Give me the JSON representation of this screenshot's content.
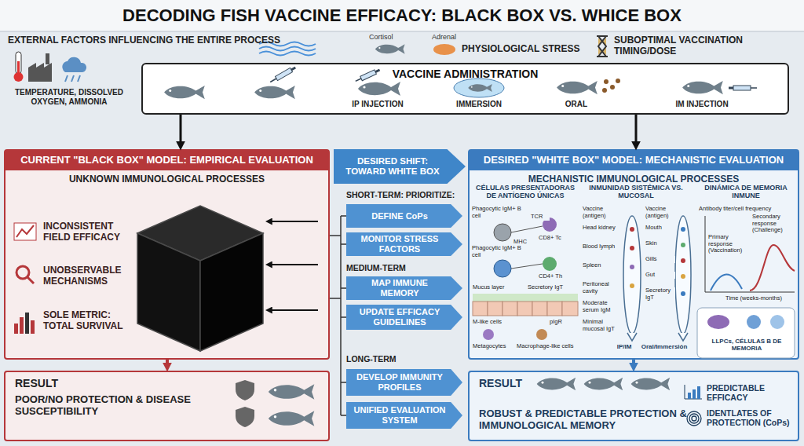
{
  "diagram": {
    "title": "DECODING FISH VACCINE EFFICACY: BLACK BOX VS. WHICE BOX",
    "nodes": [
      {
        "text": [
          "VACCINE ADMINISTRATION"
        ]
      },
      {
        "text": [
          "CURRENT \"BLACK BOX\" MODEL: EMPIRICAL EVALUATION",
          "UNKNOWN IMMUNOLOGICAL PROCESSES"
        ]
      },
      {
        "text": [
          "RESULT",
          "POOR/NO PROTECTION & DISEASE SUSCEPTIBILITY"
        ]
      },
      {
        "text": [
          "DESIRED SHIFT: TOWARD WHITE BOX"
        ]
      },
      {
        "text": [
          "DEFINE CoPs"
        ]
      },
      {
        "text": [
          "MONITOR STRESS FACTORS"
        ]
      },
      {
        "text": [
          "MAP IMMUNE MEMORY"
        ]
      },
      {
        "text": [
          "UPDATE EFFICACY GUIDELINES"
        ]
      },
      {
        "text": [
          "DEVELOP IMMUNITY PROFILES"
        ]
      },
      {
        "text": [
          "UNIFIED EVALUATION SYSTEM"
        ]
      },
      {
        "text": [
          "DESIRED \"WHITE BOX\" MODEL: MECHANISTIC EVALUATION",
          "MECHANISTIC IMMUNOLOGICAL PROCESSES"
        ]
      },
      {
        "text": [
          "RESULT",
          "ROBUST & PREDICTABLE PROTECTION & IMMUNOLOGICAL MEMORY"
        ]
      }
    ],
    "edges": [
      {
        "from": 0,
        "to": 1,
        "arrow": "to"
      },
      {
        "from": 0,
        "to": 10,
        "arrow": "to"
      },
      {
        "from": 1,
        "to": 2,
        "arrow": "to"
      },
      {
        "from": 10,
        "to": 11,
        "arrow": "to"
      }
    ],
    "labels": [
      "EXTERNAL FACTORS INFLUENCING THE ENTIRE PROCESS",
      "TEMPERATURE, DISSOLVED OXYGEN, AMMONIA",
      "Cortisol",
      "Adrenal",
      "PHYSIOLOGICAL STRESS",
      "SUBOPTIMAL VACCINATION TIMING/DOSE",
      "IP INJECTION",
      "IMMERSION",
      "ORAL",
      "IM INJECTION",
      "INCONSISTENT FIELD EFFICACY",
      "UNOBSERVABLE MECHANISMS",
      "SOLE METRIC: TOTAL SURVIVAL",
      "SHORT-TERM: PRIORITIZE:",
      "MEDIUM-TERM",
      "LONG-TERM",
      "CÉLULAS PRESENTADORAS DE ANTÍGENO ÚNICAS",
      "Phagocytic IgM+ B cell",
      "Phagocytic IgM+ B cell",
      "TCR",
      "MHC",
      "CD8+ Tc",
      "CD4+ Th",
      "Mucus layer",
      "M-like cells",
      "Secretory IgT",
      "pIgR",
      "Metagocytes",
      "Macrophage-like cells",
      "INMUNIDAD SISTÉMICA VS. MUCOSAL",
      "Vaccine (antigen)",
      "Head kidney",
      "Blood lymph",
      "Spleen",
      "Peritoneal cavity",
      "Moderate serum IgM",
      "Minimal mucosal IgT",
      "IP/IM",
      "Vaccine (antigen)",
      "Mouth",
      "Skin",
      "Gills",
      "Gut",
      "Secretory IgT",
      "Oral/Immersión",
      "DINÁMICA DE MEMORIA INMUNE",
      "Antibody titer/cell frequency",
      "Primary response (Vaccination)",
      "Secondary response (Challenge)",
      "Time (weeks-months)",
      "LLPCs, CÉLULAS B DE MEMORIA",
      "PREDICTABLE EFFICACY",
      "IDENTLATES OF PROTECTION (CoPs)"
    ]
  }
}
